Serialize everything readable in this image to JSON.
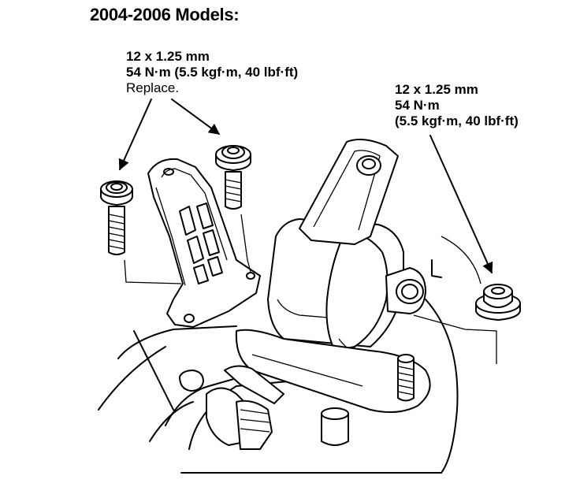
{
  "diagram": {
    "title": "2004-2006 Models:",
    "callout_left": {
      "bolt_size": "12 x 1.25 mm",
      "torque": "54 N·m (5.5 kgf·m, 40 lbf·ft)",
      "note": "Replace."
    },
    "callout_right": {
      "bolt_size": "12 x 1.25 mm",
      "torque": "54 N·m",
      "torque_alt": "(5.5 kgf·m, 40 lbf·ft)"
    },
    "icons": [
      "flange-bolt-icon",
      "flange-nut-icon",
      "engine-mount-icon",
      "bracket-icon",
      "stud-icon"
    ]
  }
}
